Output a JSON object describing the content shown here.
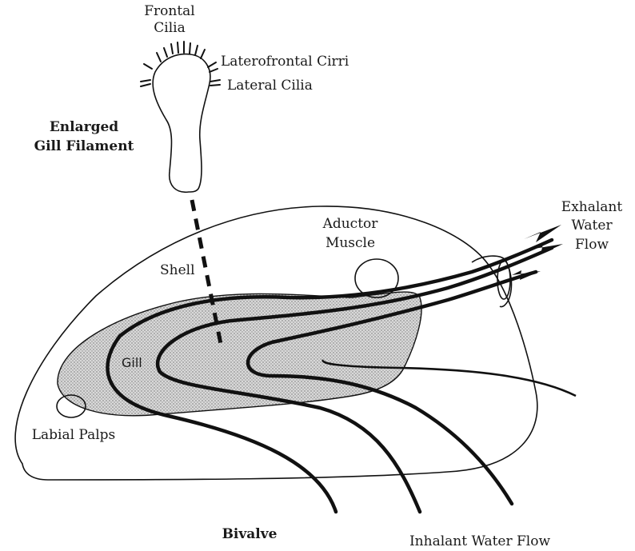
{
  "labels": {
    "frontal_cilia_1": "Frontal",
    "frontal_cilia_2": "Cilia",
    "laterofrontal_cirri": "Laterofrontal Cirri",
    "lateral_cilia": "Lateral Cilia",
    "enlarged_1": "Enlarged",
    "enlarged_2": "Gill Filament",
    "exhalant_1": "Exhalant",
    "exhalant_2": "Water",
    "exhalant_3": "Flow",
    "aductor_1": "Aductor",
    "aductor_2": "Muscle",
    "shell": "Shell",
    "gill": "Gill",
    "labial_palps": "Labial Palps",
    "bivalve": "Bivalve",
    "inhalant": "Inhalant Water Flow"
  },
  "colors": {
    "ink": "#111111",
    "gill_fill": "#bdbdbd"
  }
}
